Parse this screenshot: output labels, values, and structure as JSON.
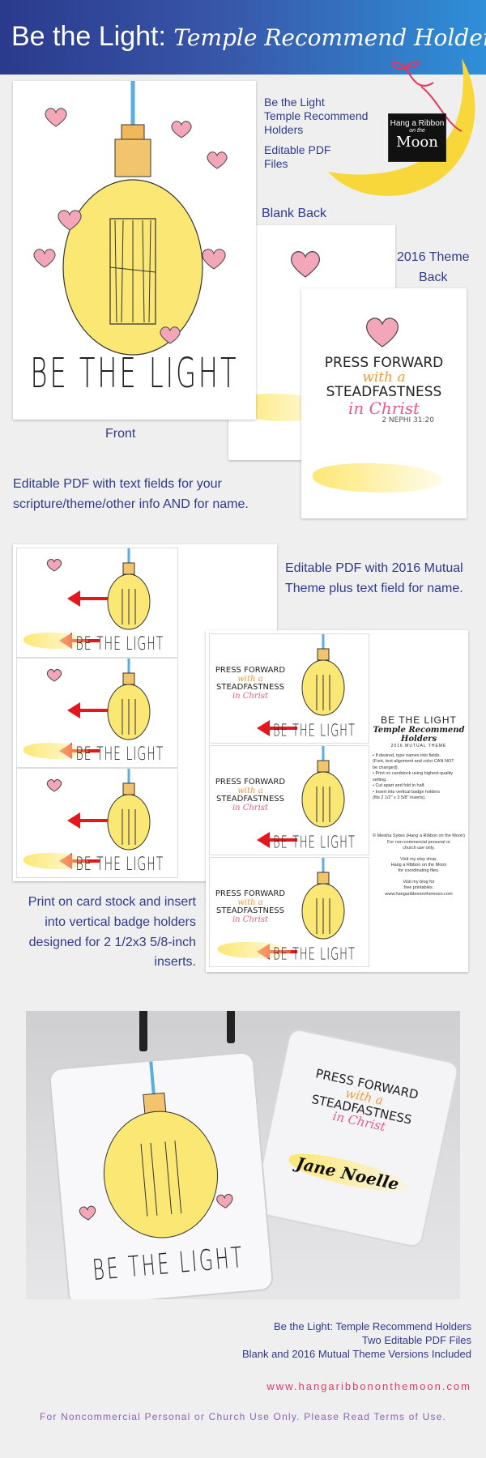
{
  "header": {
    "title": "Be the Light:",
    "subtitle": "Temple Recommend Holders"
  },
  "logo": {
    "line1": "Hang a Ribbon",
    "line2": "on the",
    "line3": "Moon"
  },
  "top_info": {
    "line1": "Be the Light",
    "line2": "Temple Recommend",
    "line3": "Holders",
    "line4": "Editable PDF",
    "line5": "Files"
  },
  "labels": {
    "blank_back": "Blank Back",
    "theme_back_1": "2016 Theme",
    "theme_back_2": "Back",
    "front": "Front"
  },
  "front_card": {
    "caption": "BE THE LIGHT"
  },
  "theme_card": {
    "line1": "PRESS FORWARD",
    "line2": "with a",
    "line3": "STEADFASTNESS",
    "line4": "in Christ",
    "ref": "2 NEPHI 31:20"
  },
  "desc": {
    "editable_text": "Editable PDF with text fields for your scripture/theme/other info AND for name.",
    "mutual_text": "Editable PDF with 2016 Mutual Theme plus text field for name.",
    "print_text": "Print on card stock and insert into vertical badge holders designed for 2 1/2x3 5/8-inch inserts."
  },
  "sheet2_side": {
    "title1": "BE THE LIGHT",
    "title2": "Temple Recommend",
    "title3": "Holders",
    "subtitle": "2016 MUTUAL THEME",
    "bullets": [
      "• If desired, type names into fields.",
      "(Font, text alignment and color CAN NOT",
      "be changed).",
      "• Print on cardstock using highest-quality setting.",
      "• Cut apart and fold in half.",
      "• Insert into vertical badge holders",
      "(fits 2 1/2\" x 3 5/8\" inserts)."
    ],
    "copyright": "© Meisha Sykes (Hang a Ribbon on the Moon)",
    "c2": "For non-commercial personal or",
    "c3": "church use only.",
    "c4": "Visit my etsy shop,",
    "c5": "Hang a Ribbon on the Moon",
    "c6": "for coordinating files.",
    "c7": "Visit my blog for",
    "c8": "free printables:",
    "c9": "www.hangaribbononthemoon.com"
  },
  "photo": {
    "name": "Jane Noelle"
  },
  "footer": {
    "line1": "Be the Light: Temple Recommend Holders",
    "line2": "Two Editable PDF Files",
    "line3": "Blank and 2016 Mutual Theme Versions Included",
    "url": "www.hangaribbononthemoon.com",
    "terms": "For Noncommercial Personal or Church Use Only. Please Read Terms of Use."
  }
}
